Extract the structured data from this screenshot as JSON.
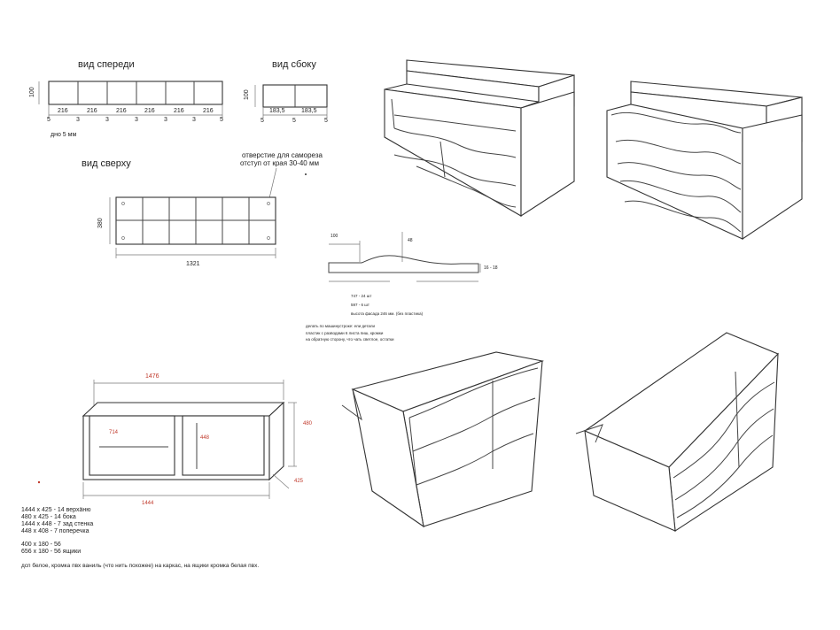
{
  "front_view": {
    "title": "вид спереди",
    "height": "100",
    "widths": [
      "216",
      "216",
      "216",
      "216",
      "216",
      "216"
    ],
    "gaps": [
      "5",
      "3",
      "3",
      "3",
      "3",
      "3",
      "5"
    ],
    "bottom_note": "дно 5 мм"
  },
  "side_view": {
    "title": "вид сбоку",
    "height": "100",
    "widths": [
      "183,5",
      "183,5"
    ],
    "gaps": [
      "5",
      "5",
      "5"
    ]
  },
  "top_view": {
    "title": "вид сверху",
    "depth": "380",
    "width": "1321",
    "hole_note_line1": "отверстие для самореза",
    "hole_note_line2": "отступ от края 30-40 мм"
  },
  "profile": {
    "dim_left": "100",
    "dim_top": "48",
    "dim_right": "16 - 18",
    "note_1": "747 - 24 шт",
    "note_2": "597 - 6 шт",
    "note_3": "высота фасада  246 мм. (без пластика)",
    "note_4": "делать по машинустроке: ели детали",
    "note_5": "пластик с разводами 6 листа пиш, кромки",
    "note_6": "на обратную сторону, что чать светлое, остатки"
  },
  "frame": {
    "width_top": "1476",
    "width_bottom": "1444",
    "height": "480",
    "depth": "425",
    "inner_left": "714",
    "inner_height": "448"
  },
  "parts_list": [
    "1444 х 425 - 14 верхäню",
    "480  х 425 - 14 бока",
    "1444  х 448 - 7 зад стенка",
    "448 х 408 -  7  поперечка",
    "400 х 180 - 56",
    "656 х 180 - 56  ящики"
  ],
  "material_note": "дсп белое, кромка пвх ваниль (что нить похожее) на каркас, на ящики кромка белая пвх."
}
